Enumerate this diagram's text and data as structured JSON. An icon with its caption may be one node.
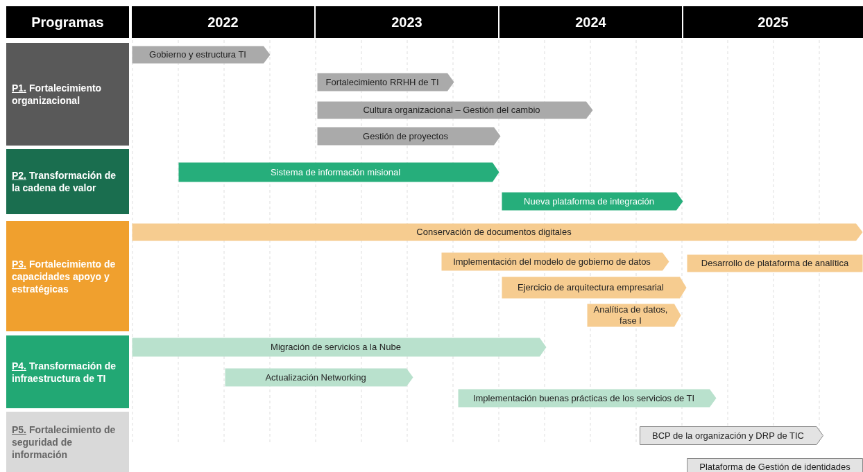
{
  "diagram": {
    "nodes": [
      {
        "text": [
          "Programas"
        ]
      },
      {
        "text": [
          "2022"
        ]
      },
      {
        "text": [
          "2023"
        ]
      },
      {
        "text": [
          "2024"
        ]
      },
      {
        "text": [
          "2025"
        ]
      },
      {
        "text": [
          "P1.",
          "Fortalecimiento organizacional"
        ]
      },
      {
        "text": [
          "Gobierno y estructura TI"
        ]
      },
      {
        "text": [
          "Fortalecimiento RRHH de TI"
        ]
      },
      {
        "text": [
          "Cultura organizacional – Gestión del cambio"
        ]
      },
      {
        "text": [
          "Gestión de proyectos"
        ]
      },
      {
        "text": [
          "P2.",
          "Transformación de la cadena de valor"
        ]
      },
      {
        "text": [
          "Sistema de información misional"
        ]
      },
      {
        "text": [
          "Nueva plataforma de integración"
        ]
      },
      {
        "text": [
          "P3.",
          "Fortalecimiento de capacidades apoyo y estratégicas"
        ]
      },
      {
        "text": [
          "Conservación de documentos digitales"
        ]
      },
      {
        "text": [
          "Implementación del modelo de gobierno de datos"
        ]
      },
      {
        "text": [
          "Desarrollo de plataforma de analítica"
        ]
      },
      {
        "text": [
          "Ejercicio de arquitectura empresarial"
        ]
      },
      {
        "text": [
          "Analítica de datos, fase I"
        ]
      },
      {
        "text": [
          "P4.",
          "Transformación de infraestructura de TI"
        ]
      },
      {
        "text": [
          "Migración de servicios a la Nube"
        ]
      },
      {
        "text": [
          "Actualización Networking"
        ]
      },
      {
        "text": [
          "Implementación buenas prácticas de los servicios de TI"
        ]
      },
      {
        "text": [
          "P5.",
          "Fortalecimiento de seguridad de información"
        ]
      },
      {
        "text": [
          "BCP de la organización y DRP de TIC"
        ]
      },
      {
        "text": [
          "Plataforma de Gestión de identidades"
        ]
      }
    ]
  }
}
